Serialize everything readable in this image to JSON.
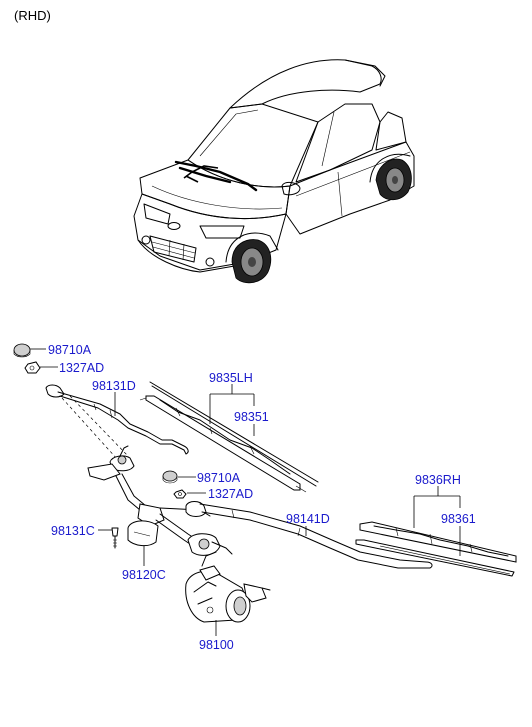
{
  "variant_label": "(RHD)",
  "parts": {
    "cap_upper": "98710A",
    "nut_upper": "1327AD",
    "arm_lh": "98131D",
    "blade_lh_assy": "9835LH",
    "blade_lh": "98351",
    "cap_lower": "98710A",
    "nut_lower": "1327AD",
    "bolt": "98131C",
    "arm_rh": "98141D",
    "blade_rh_assy": "9836RH",
    "blade_rh": "98361",
    "linkage": "98120C",
    "motor": "98100"
  }
}
